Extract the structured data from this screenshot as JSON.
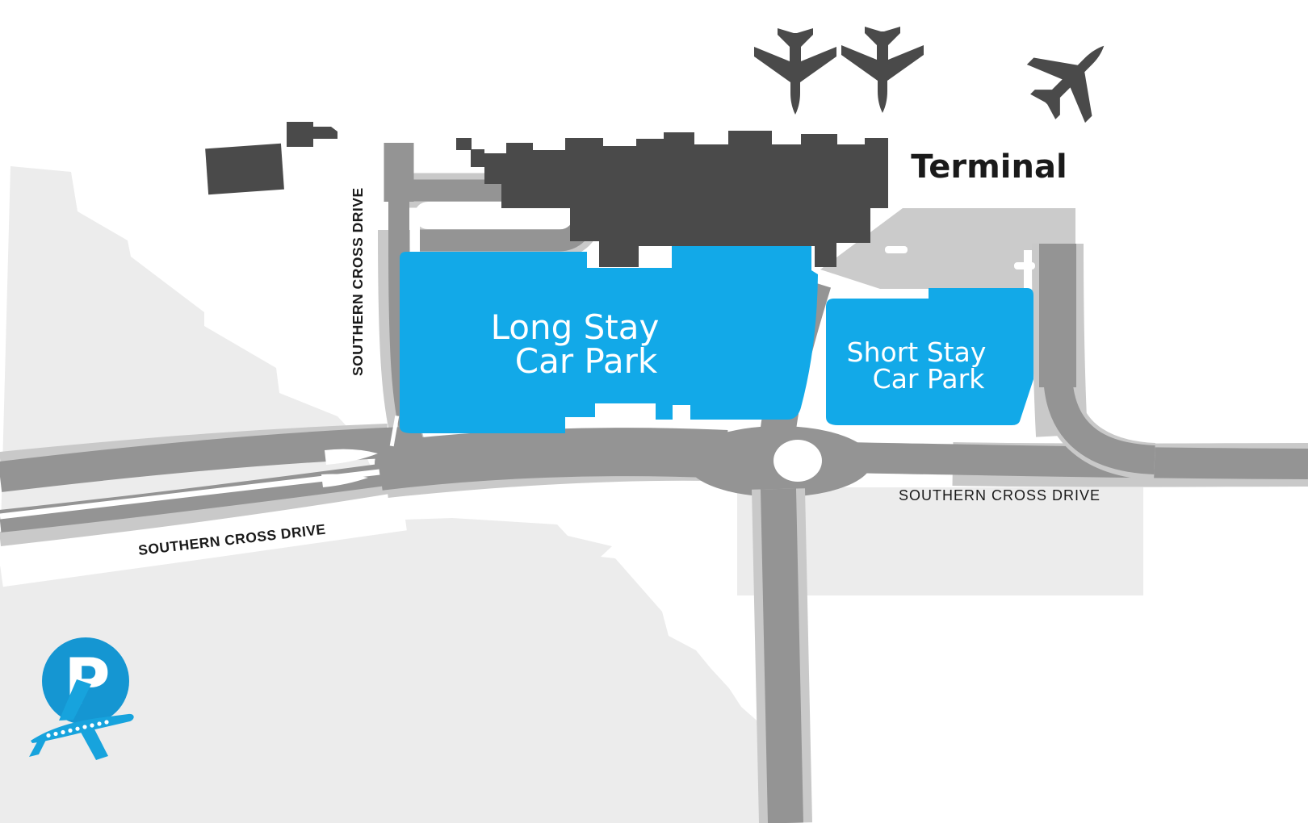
{
  "map": {
    "terminal": {
      "label": "Terminal"
    },
    "long_stay_car_park": {
      "line1": "Long Stay",
      "line2": "Car Park"
    },
    "short_stay_car_park": {
      "line1": "Short Stay",
      "line2": "Car Park"
    },
    "road_labels": {
      "west": "SOUTHERN CROSS DRIVE",
      "south": "SOUTHERN CROSS DRIVE",
      "east": "SOUTHERN CROSS DRIVE"
    },
    "logo": {
      "letter": "P"
    },
    "icons": {
      "terminal_planes": "airplane-icon",
      "logo_plane": "airplane-icon",
      "logo_parking": "parking-p-icon"
    }
  },
  "colors": {
    "carpark_blue": "#12a9e8",
    "logo_circle_blue": "#1596d2",
    "logo_plane_blue": "#17a3dd",
    "road_gray": "#949494",
    "road_edge_gray": "#c9c9c9",
    "terminal_gray": "#4a4a4a",
    "landmass_gray": "#ececec",
    "forecourt_gray": "#cbcbcb",
    "label_black": "#1a1a1a",
    "background_white": "#ffffff"
  }
}
